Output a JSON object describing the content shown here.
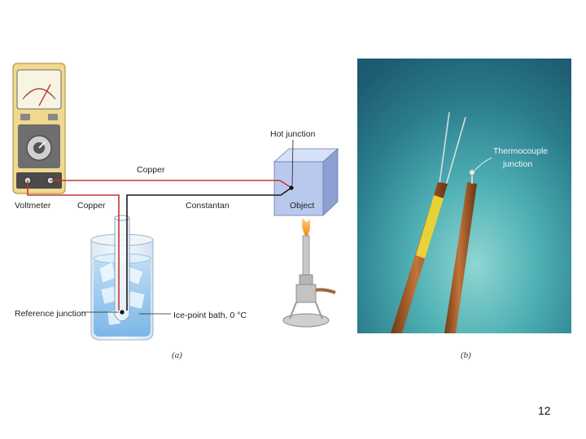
{
  "diagram_a": {
    "labels": {
      "voltmeter": "Voltmeter",
      "copper_top": "Copper",
      "copper_bottom": "Copper",
      "constantan": "Constantan",
      "hot_junction": "Hot junction",
      "object": "Object",
      "reference_junction": "Reference junction",
      "ice_bath": "Ice-point bath, 0 °C"
    },
    "caption": "(a)"
  },
  "photo_b": {
    "label": "Thermocouple junction",
    "caption": "(b)"
  },
  "page_number": "12",
  "colors": {
    "copper_wire": "#c0392b",
    "constantan_wire": "#1a1a1a",
    "meter_body": "#f0d890",
    "object_block": "#b9c9ee",
    "ice_water": "#9ec9ee",
    "photo_background": "#2f8a92"
  }
}
